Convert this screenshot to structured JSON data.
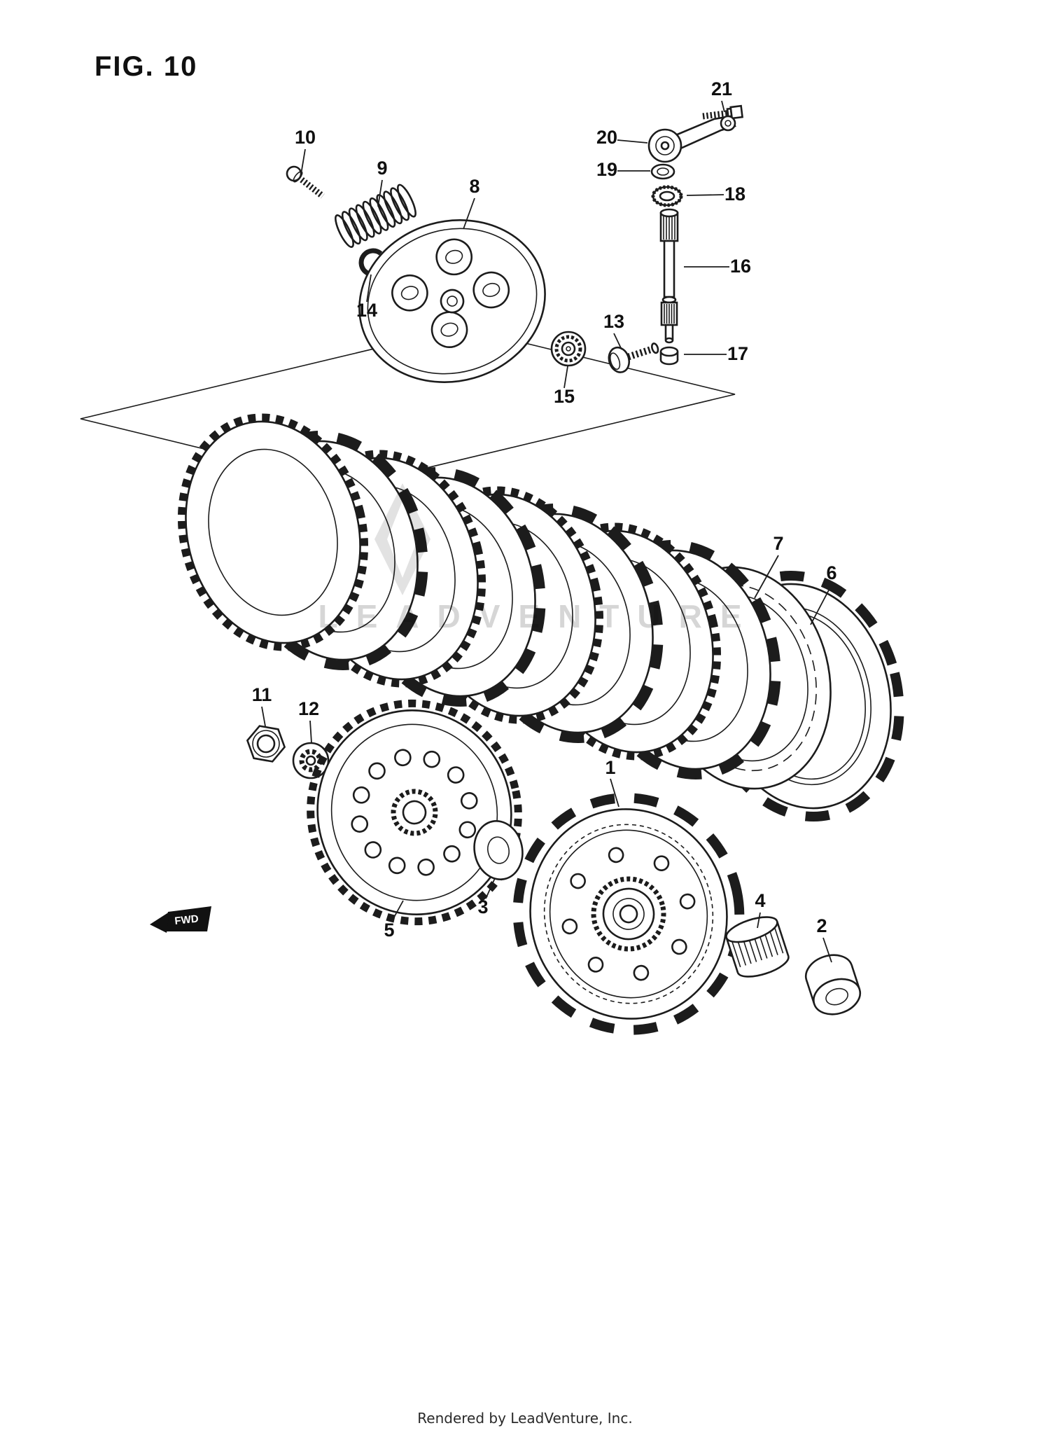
{
  "figure": {
    "title": "FIG. 10",
    "fwd_label": "FWD",
    "watermark": "LEADVENTURE",
    "footer": "Rendered by LeadVenture, Inc."
  },
  "colors": {
    "line": "#1c1c1c",
    "background": "#ffffff",
    "watermark": "#d6d6d6",
    "fwd_badge": "#111111"
  },
  "parts": [
    {
      "label": "1"
    },
    {
      "label": "2"
    },
    {
      "label": "3"
    },
    {
      "label": "4"
    },
    {
      "label": "5"
    },
    {
      "label": "6"
    },
    {
      "label": "7"
    },
    {
      "label": "8"
    },
    {
      "label": "9"
    },
    {
      "label": "10"
    },
    {
      "label": "11"
    },
    {
      "label": "12"
    },
    {
      "label": "13"
    },
    {
      "label": "14"
    },
    {
      "label": "15"
    },
    {
      "label": "16"
    },
    {
      "label": "17"
    },
    {
      "label": "18"
    },
    {
      "label": "19"
    },
    {
      "label": "20"
    },
    {
      "label": "21"
    }
  ]
}
